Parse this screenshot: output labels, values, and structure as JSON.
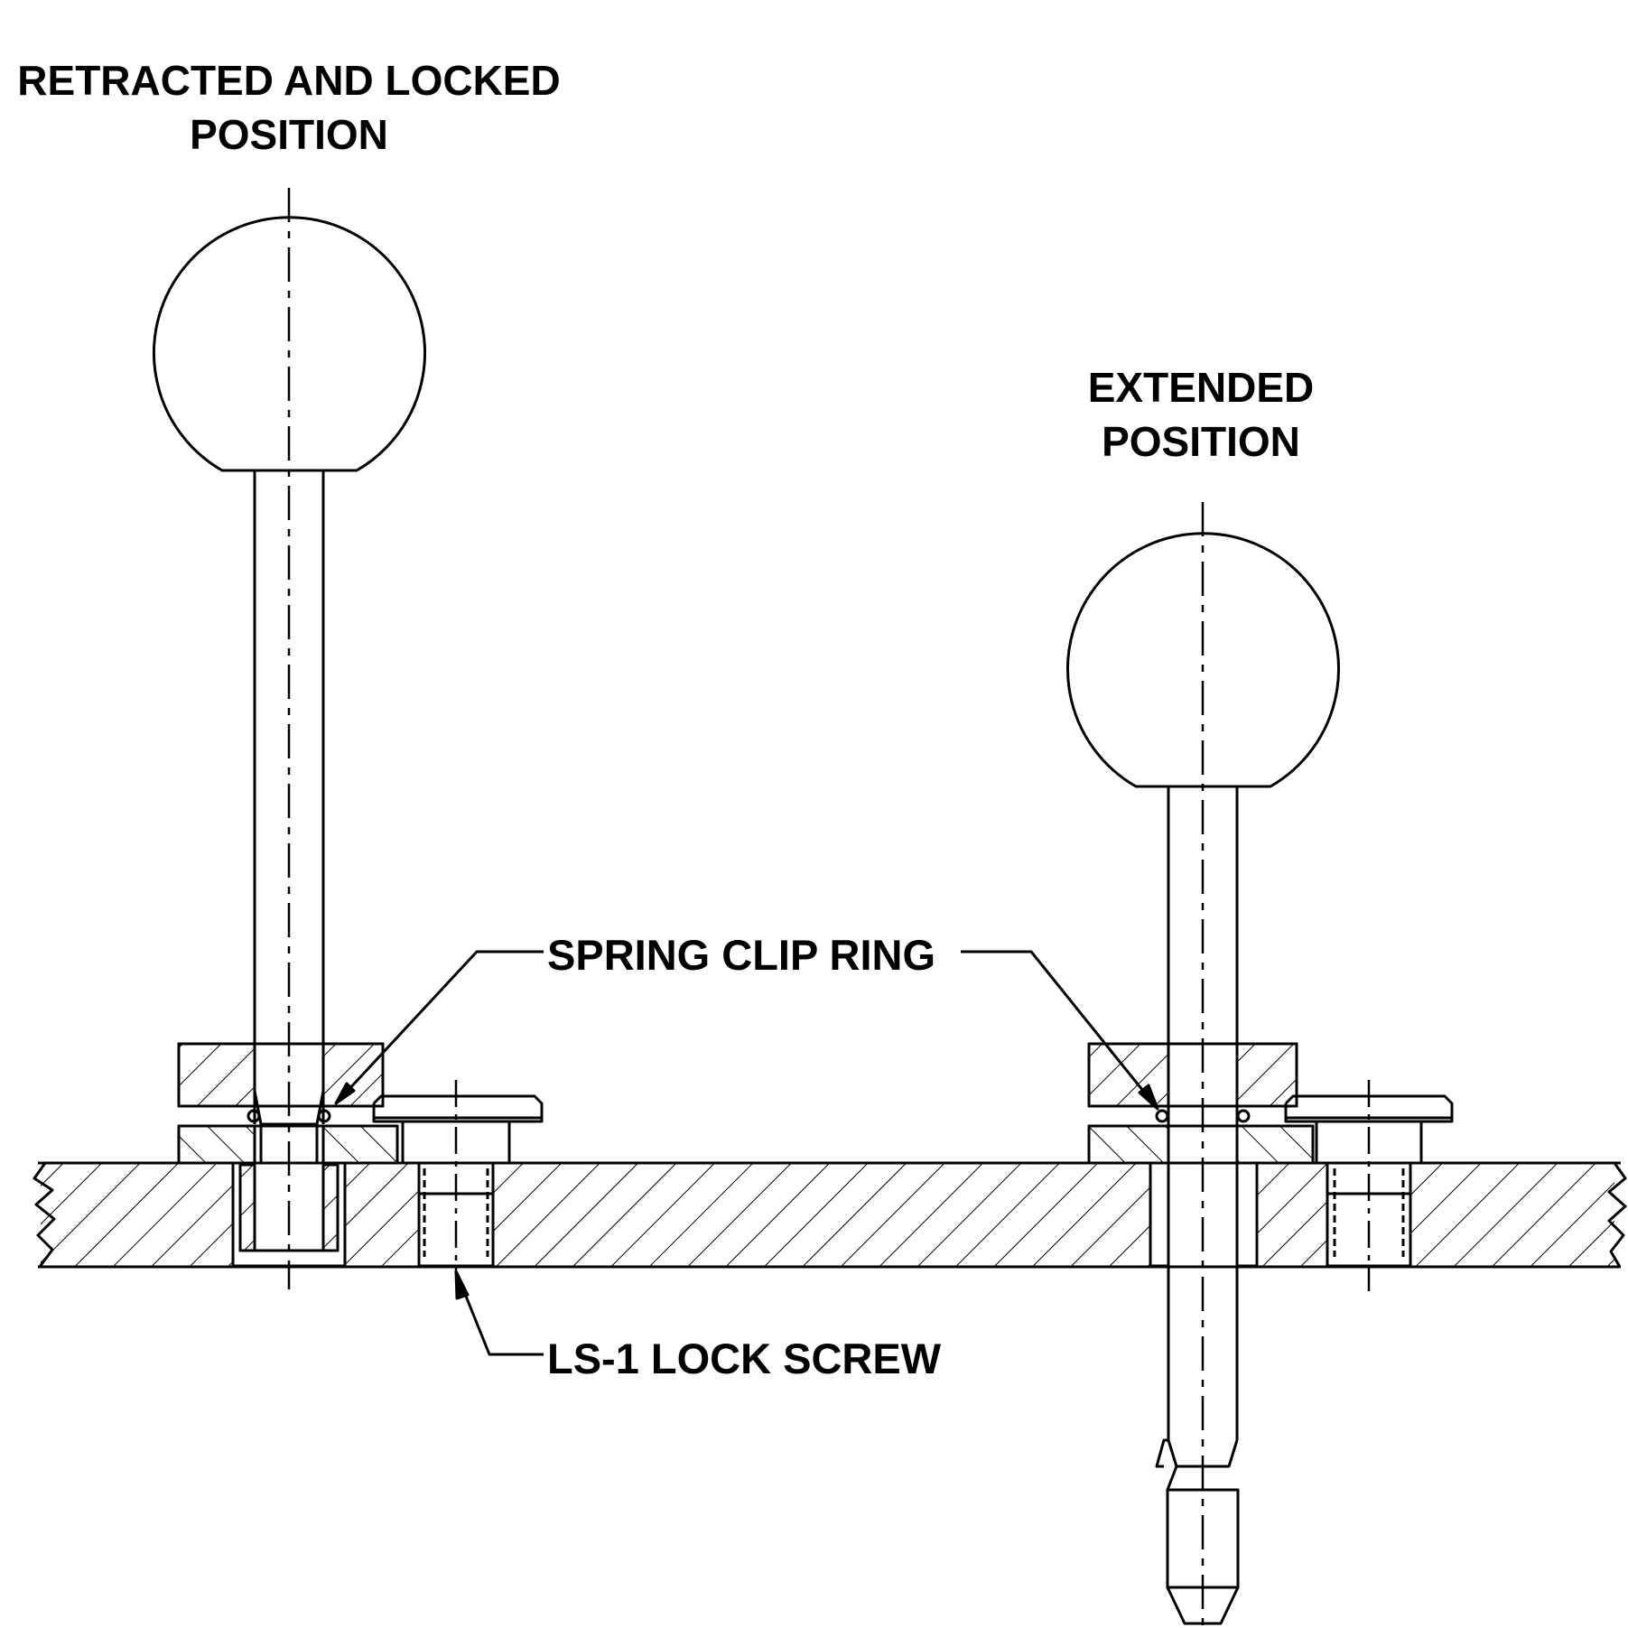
{
  "labels": {
    "retracted_line1": "RETRACTED AND LOCKED",
    "retracted_line2": "POSITION",
    "extended_line1": "EXTENDED",
    "extended_line2": "POSITION",
    "spring_clip_ring": "SPRING CLIP RING",
    "lock_screw": "LS-1 LOCK SCREW"
  },
  "colors": {
    "line": "#000000",
    "background": "#ffffff"
  }
}
